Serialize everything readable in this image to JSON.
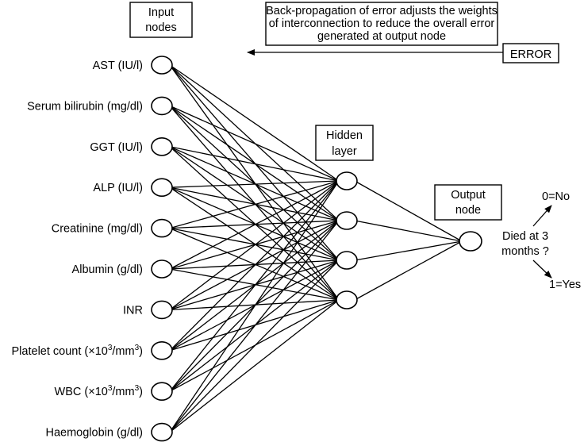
{
  "titles": {
    "input": [
      "Input",
      "nodes"
    ],
    "hidden": [
      "Hidden",
      "layer"
    ],
    "output": [
      "Output",
      "node"
    ]
  },
  "backprop_note": [
    "Back-propagation of error adjusts the weights",
    "of interconnection to reduce the overall error",
    "generated at output node"
  ],
  "error_label": "ERROR",
  "inputs": [
    "AST (IU/l)",
    "Serum bilirubin (mg/dl)",
    "GGT (IU/l)",
    "ALP (IU/l)",
    "Creatinine (mg/dl)",
    "Albumin (g/dl)",
    "INR",
    "Platelet count (×10³/mm³)",
    "WBC (×10³/mm³)",
    "Haemoglobin (g/dl)"
  ],
  "input_label_parts": [
    {
      "main": "AST (IU/l)"
    },
    {
      "main": "Serum bilirubin (mg/dl)"
    },
    {
      "main": "GGT (IU/l)"
    },
    {
      "main": "ALP (IU/l)"
    },
    {
      "main": "Creatinine (mg/dl)"
    },
    {
      "main": "Albumin (g/dl)"
    },
    {
      "main": "INR"
    },
    {
      "pre": "Platelet count (×10",
      "sup1": "3",
      "mid": "/mm",
      "sup2": "3",
      "post": ")"
    },
    {
      "pre": "WBC (×10",
      "sup1": "3",
      "mid": "/mm",
      "sup2": "3",
      "post": ")"
    },
    {
      "main": "Haemoglobin (g/dl)"
    }
  ],
  "hidden_node_count": 4,
  "output_question": [
    "Died at 3",
    "months ?"
  ],
  "outcomes": {
    "no": "0=No",
    "yes": "1=Yes"
  }
}
